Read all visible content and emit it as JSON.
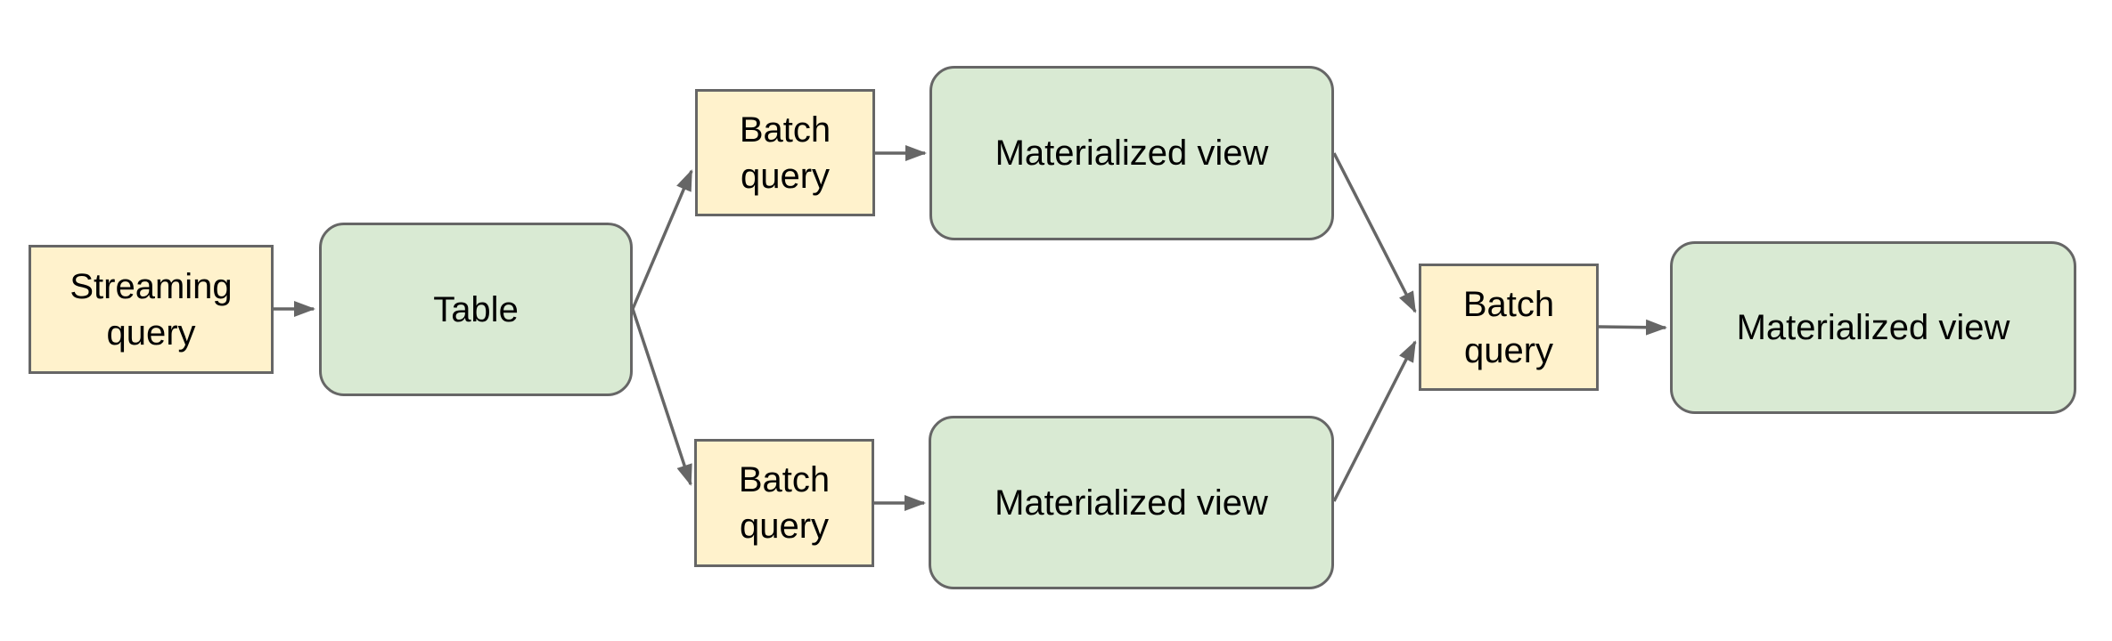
{
  "diagram": {
    "type": "flowchart",
    "background": "#ffffff",
    "palette": {
      "query_fill": "#fff2cc",
      "view_fill": "#d9ead3",
      "border": "#666666",
      "arrow": "#666666",
      "text": "#000000"
    },
    "nodes": [
      {
        "id": "streaming-query",
        "label": "Streaming query",
        "kind": "query",
        "fill": "#fff2cc"
      },
      {
        "id": "table",
        "label": "Table",
        "kind": "table",
        "fill": "#d9ead3"
      },
      {
        "id": "batch-query-top",
        "label": "Batch query",
        "kind": "query",
        "fill": "#fff2cc"
      },
      {
        "id": "materialized-view-top",
        "label": "Materialized view",
        "kind": "view",
        "fill": "#d9ead3"
      },
      {
        "id": "batch-query-bottom",
        "label": "Batch query",
        "kind": "query",
        "fill": "#fff2cc"
      },
      {
        "id": "materialized-view-bottom",
        "label": "Materialized view",
        "kind": "view",
        "fill": "#d9ead3"
      },
      {
        "id": "batch-query-final",
        "label": "Batch query",
        "kind": "query",
        "fill": "#fff2cc"
      },
      {
        "id": "materialized-view-final",
        "label": "Materialized view",
        "kind": "view",
        "fill": "#d9ead3"
      }
    ],
    "edges": [
      {
        "from": "streaming-query",
        "to": "table"
      },
      {
        "from": "table",
        "to": "batch-query-top"
      },
      {
        "from": "batch-query-top",
        "to": "materialized-view-top"
      },
      {
        "from": "materialized-view-top",
        "to": "batch-query-final"
      },
      {
        "from": "table",
        "to": "batch-query-bottom"
      },
      {
        "from": "batch-query-bottom",
        "to": "materialized-view-bottom"
      },
      {
        "from": "materialized-view-bottom",
        "to": "batch-query-final"
      },
      {
        "from": "batch-query-final",
        "to": "materialized-view-final"
      }
    ]
  }
}
